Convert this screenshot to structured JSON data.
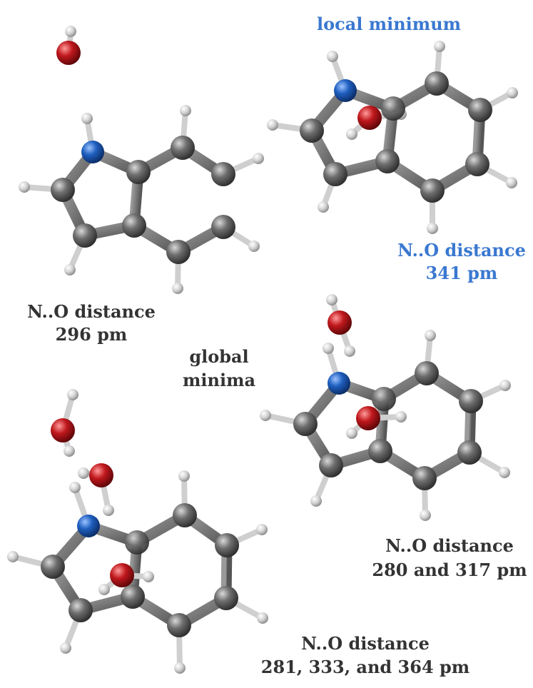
{
  "labels": {
    "local_minimum": "local minimum",
    "global_minima_line1": "global",
    "global_minima_line2": "minima",
    "s1_line1": "N..O distance",
    "s1_line2": "296 pm",
    "s2_line1": "N..O distance",
    "s2_line2": "341 pm",
    "s3_line1": "N..O distance",
    "s3_line2": "280 and 317 pm",
    "s4_line1": "N..O distance",
    "s4_line2": "281, 333, and 364 pm"
  },
  "colors": {
    "carbon": "#5a5a5a",
    "hydrogen": "#e6e6e6",
    "nitrogen": "#1f5fbf",
    "oxygen": "#c0181d",
    "accent_text": "#3a78d0",
    "text": "#333333"
  },
  "structures": [
    {
      "name": "indole-water-296",
      "waters": 1
    },
    {
      "name": "indole-water-341-local-minimum",
      "waters": 1
    },
    {
      "name": "indole-water-280-317",
      "waters": 2
    },
    {
      "name": "indole-water-281-333-364",
      "waters": 3
    }
  ]
}
